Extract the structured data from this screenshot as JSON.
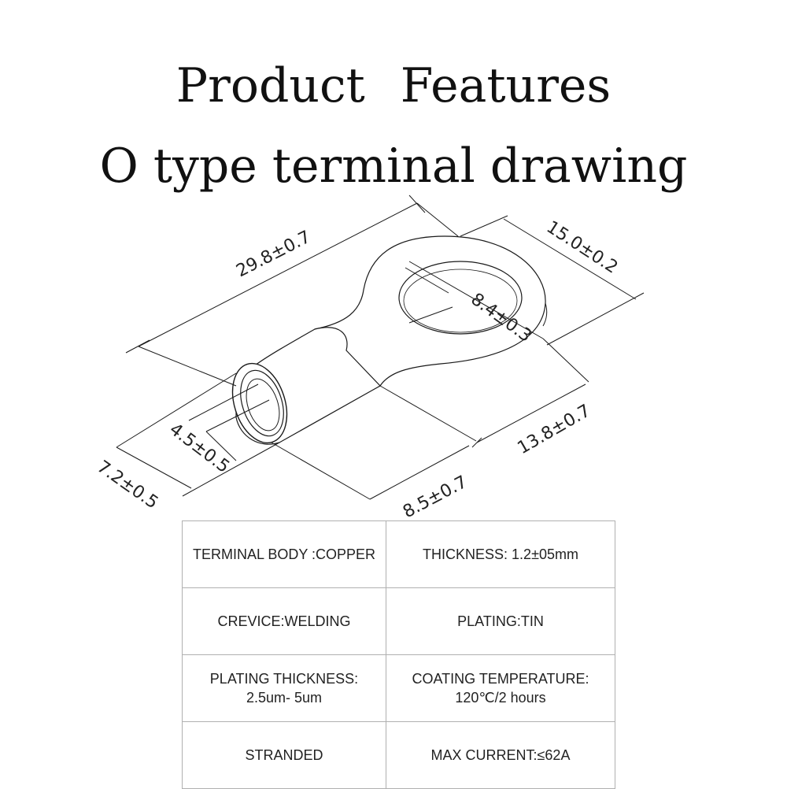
{
  "header": {
    "title_line1": "Product  Features",
    "title_line2": "O type terminal drawing"
  },
  "drawing": {
    "dimensions": {
      "overall_length": "29.8±0.7",
      "ring_width": "15.0±0.2",
      "hole_diameter": "8.4±0.3",
      "ring_length": "13.8±0.7",
      "barrel_length": "8.5±0.7",
      "barrel_inner_diameter": "4.5±0.5",
      "barrel_outer_diameter": "7.2±0.5"
    }
  },
  "specs": {
    "rows": [
      [
        "TERMINAL BODY :COPPER",
        "THICKNESS:  1.2±05mm"
      ],
      [
        "CREVICE:WELDING",
        "PLATING:TIN"
      ],
      [
        "PLATING THICKNESS:\n2.5um- 5um",
        "COATING TEMPERATURE:\n120℃/2 hours"
      ],
      [
        "STRANDED",
        "MAX CURRENT:≤62A"
      ]
    ]
  }
}
